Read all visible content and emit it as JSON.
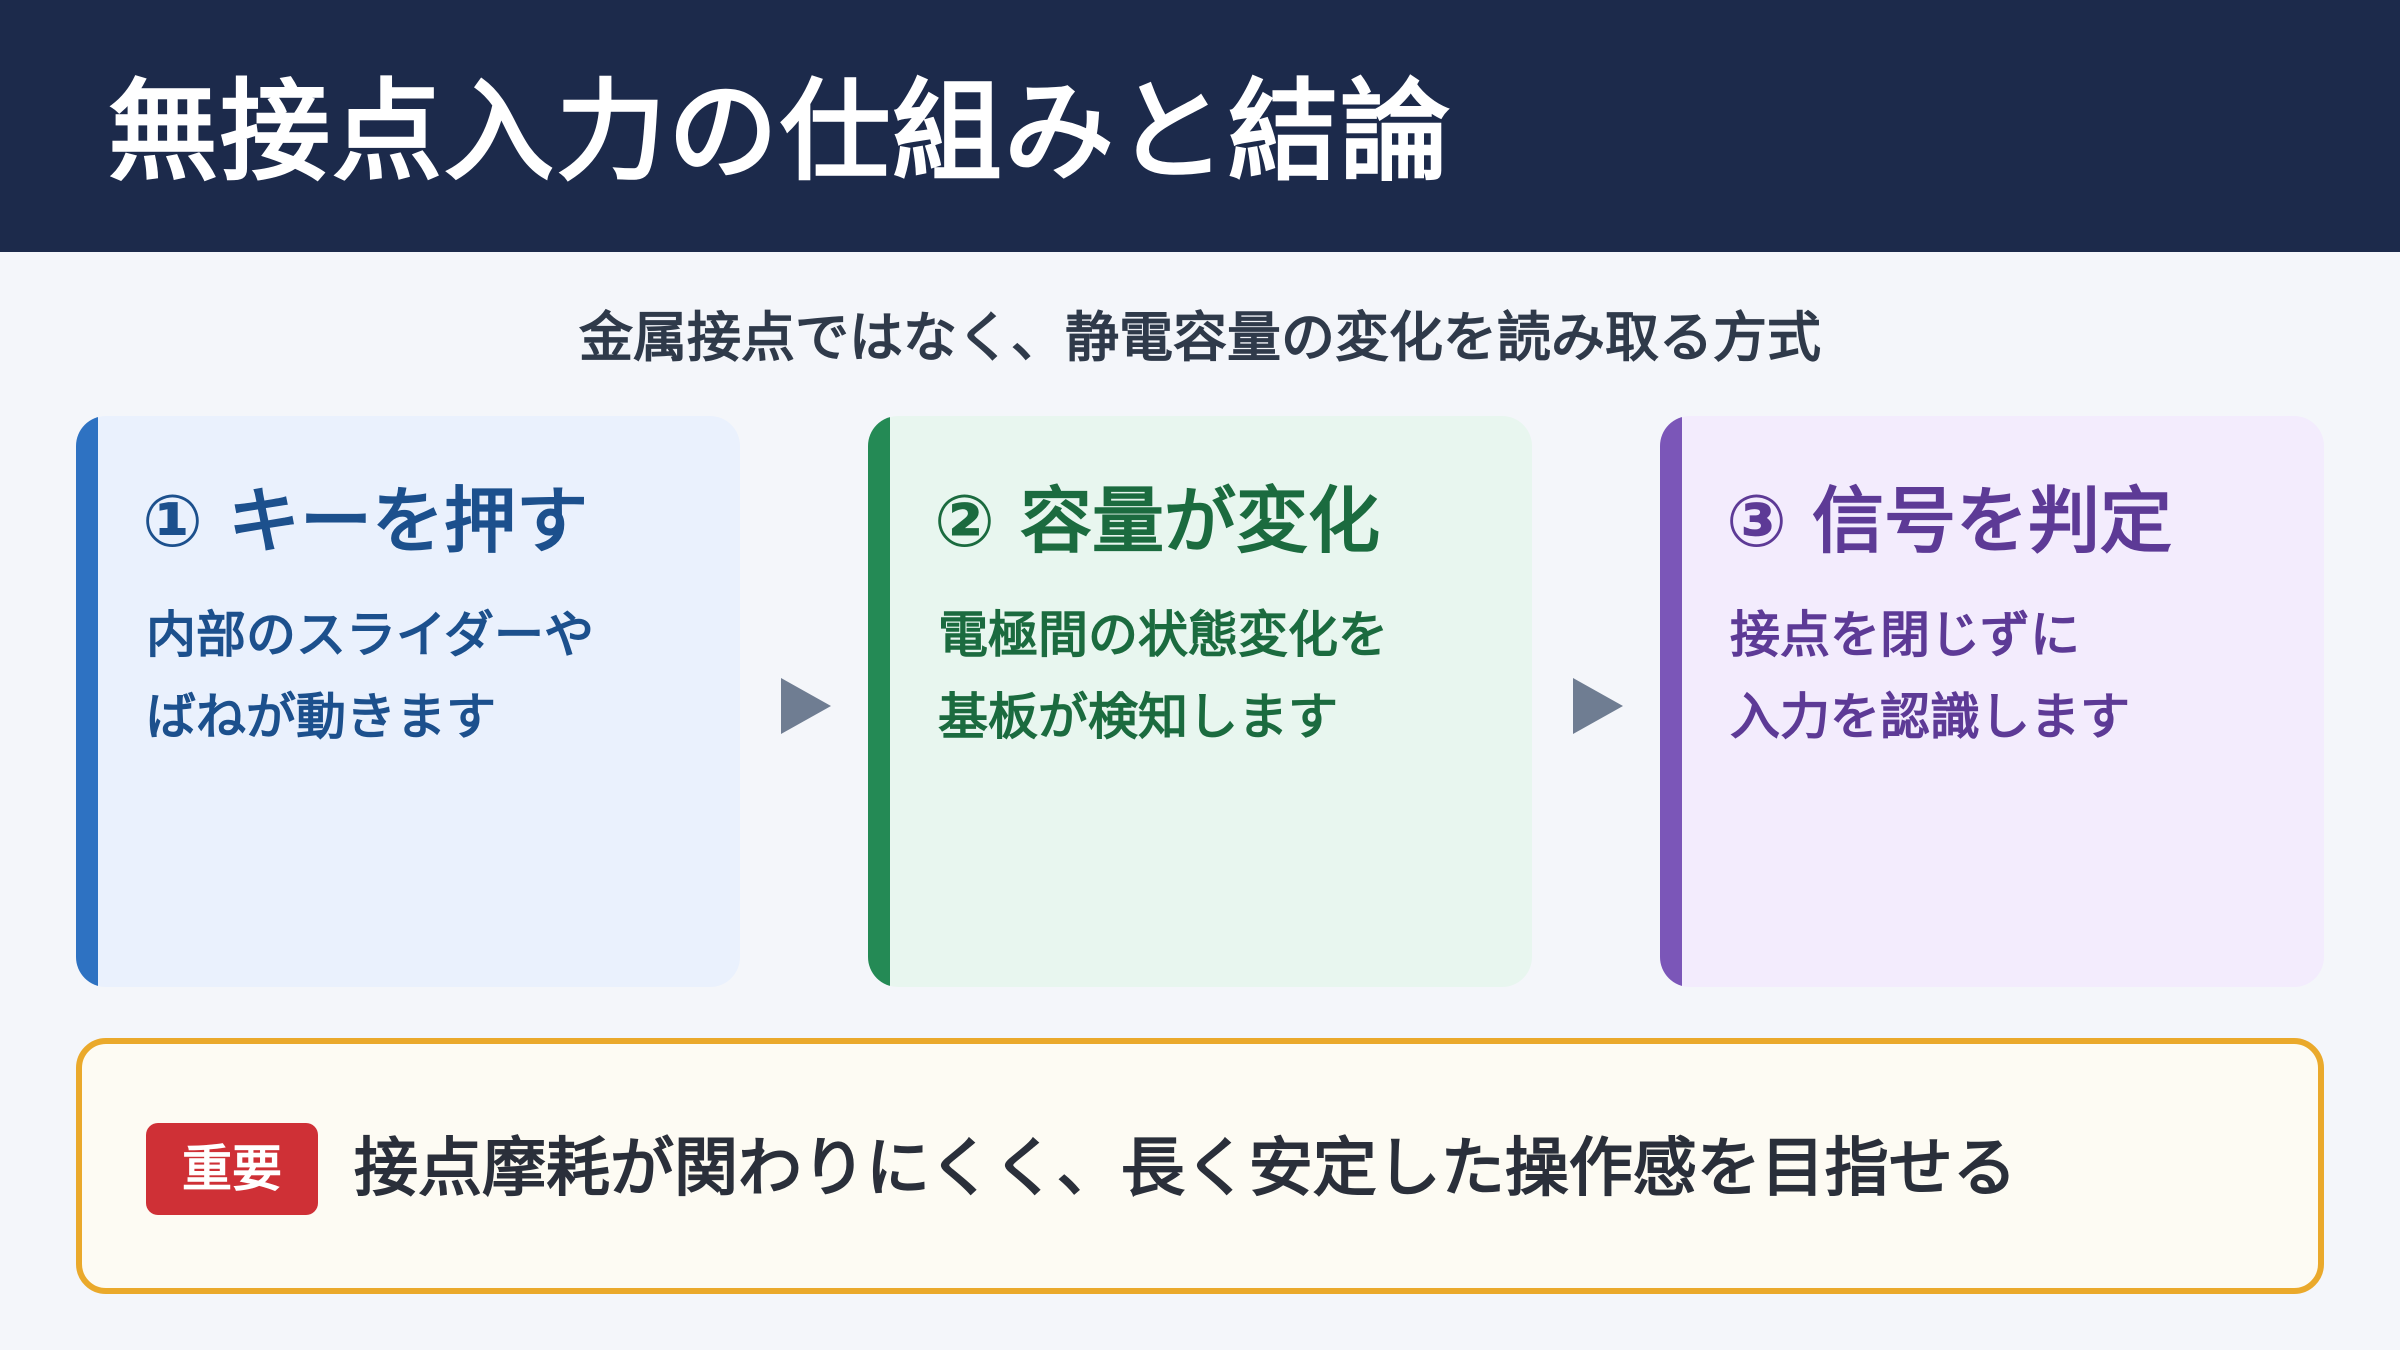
{
  "header": {
    "title": "無接点入力の仕組みと結論"
  },
  "subtitle": "金属接点ではなく、静電容量の変化を読み取る方式",
  "steps": [
    {
      "title": "① キーを押す",
      "lines": [
        "内部のスライダーや",
        "ばねが動きます"
      ],
      "accent": "#2e72c2",
      "background": "#eaf1fd"
    },
    {
      "title": "② 容量が変化",
      "lines": [
        "電極間の状態変化を",
        "基板が検知します"
      ],
      "accent": "#248a55",
      "background": "#e8f6ef"
    },
    {
      "title": "③ 信号を判定",
      "lines": [
        "接点を閉じずに",
        "入力を認識します"
      ],
      "accent": "#7b56b8",
      "background": "#f3ecfd"
    }
  ],
  "arrows": [
    "triangle-right-icon",
    "triangle-right-icon"
  ],
  "conclusion": {
    "badge": "重要",
    "text": "接点摩耗が関わりにくく、長く安定した操作感を目指せる",
    "border_color": "#eaa92b",
    "badge_color": "#cf3036"
  },
  "colors": {
    "header_bg": "#1c2a4b",
    "page_bg": "#f4f6fa"
  }
}
